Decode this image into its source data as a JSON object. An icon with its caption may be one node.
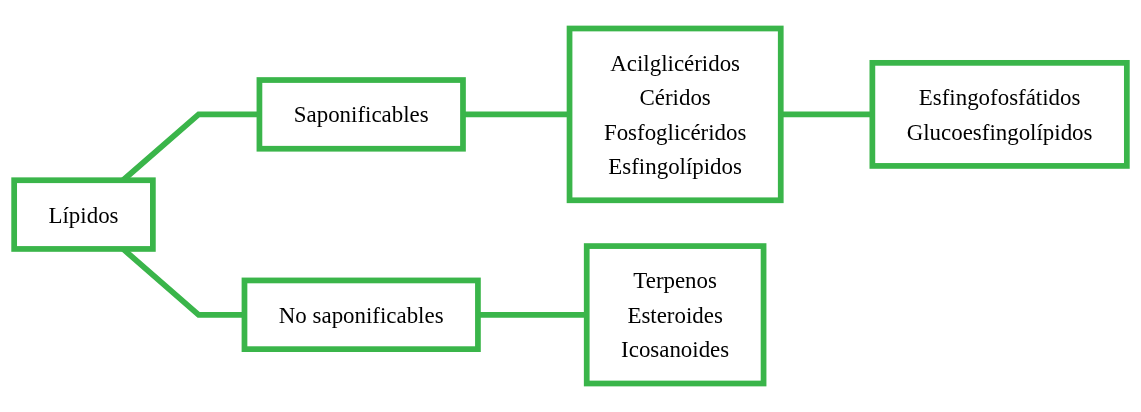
{
  "diagram": {
    "nodes": [
      {
        "text": [
          "Lípidos"
        ]
      },
      {
        "text": [
          "Saponificables"
        ]
      },
      {
        "text": [
          "Acilglicéridos",
          "Céridos",
          "Fosfoglicéridos",
          "Esfingolípidos"
        ]
      },
      {
        "text": [
          "Esfingofosfátidos",
          "Glucoesfingolípidos"
        ]
      },
      {
        "text": [
          "No saponificables"
        ]
      },
      {
        "text": [
          "Terpenos",
          "Esteroides",
          "Icosanoides"
        ]
      }
    ],
    "edges": [
      {
        "from": 0,
        "to": 1,
        "arrow": "none"
      },
      {
        "from": 1,
        "to": 2,
        "arrow": "none"
      },
      {
        "from": 2,
        "to": 3,
        "arrow": "none"
      },
      {
        "from": 0,
        "to": 4,
        "arrow": "none"
      },
      {
        "from": 4,
        "to": 5,
        "arrow": "none"
      }
    ]
  }
}
